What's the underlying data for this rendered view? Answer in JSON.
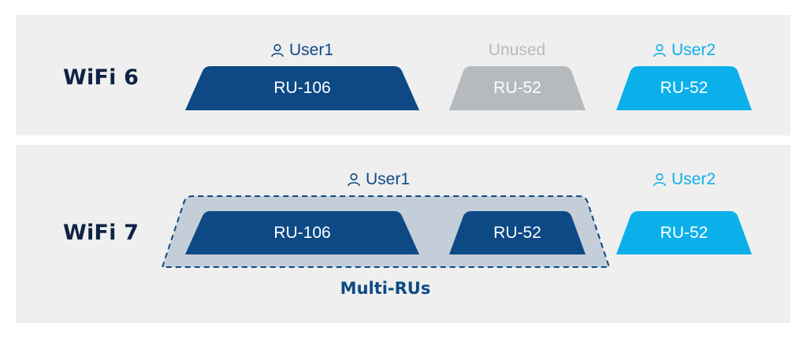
{
  "colors": {
    "dark_blue": "#0d4a85",
    "gray": "#b6babf",
    "light_blue": "#0bb0ea",
    "multi_ru_fill": "#c4ced8"
  },
  "icons": {
    "user": "user-outline-icon"
  },
  "rows": [
    {
      "label": "WiFi 6",
      "users": [
        {
          "text": "User1",
          "icon": true,
          "color_key": "dark_blue"
        },
        {
          "text": "Unused",
          "icon": false,
          "color_key": "gray"
        },
        {
          "text": "User2",
          "icon": true,
          "color_key": "light_blue"
        }
      ],
      "rus": [
        {
          "text": "RU-106",
          "color_key": "dark_blue"
        },
        {
          "text": "RU-52",
          "color_key": "gray"
        },
        {
          "text": "RU-52",
          "color_key": "light_blue"
        }
      ]
    },
    {
      "label": "WiFi 7",
      "users": [
        {
          "text": "User1",
          "icon": true,
          "color_key": "dark_blue"
        },
        {
          "text": "User2",
          "icon": true,
          "color_key": "light_blue"
        }
      ],
      "rus": [
        {
          "text": "RU-106",
          "color_key": "dark_blue"
        },
        {
          "text": "RU-52",
          "color_key": "dark_blue"
        },
        {
          "text": "RU-52",
          "color_key": "light_blue"
        }
      ],
      "group_label": "Multi-RUs"
    }
  ]
}
